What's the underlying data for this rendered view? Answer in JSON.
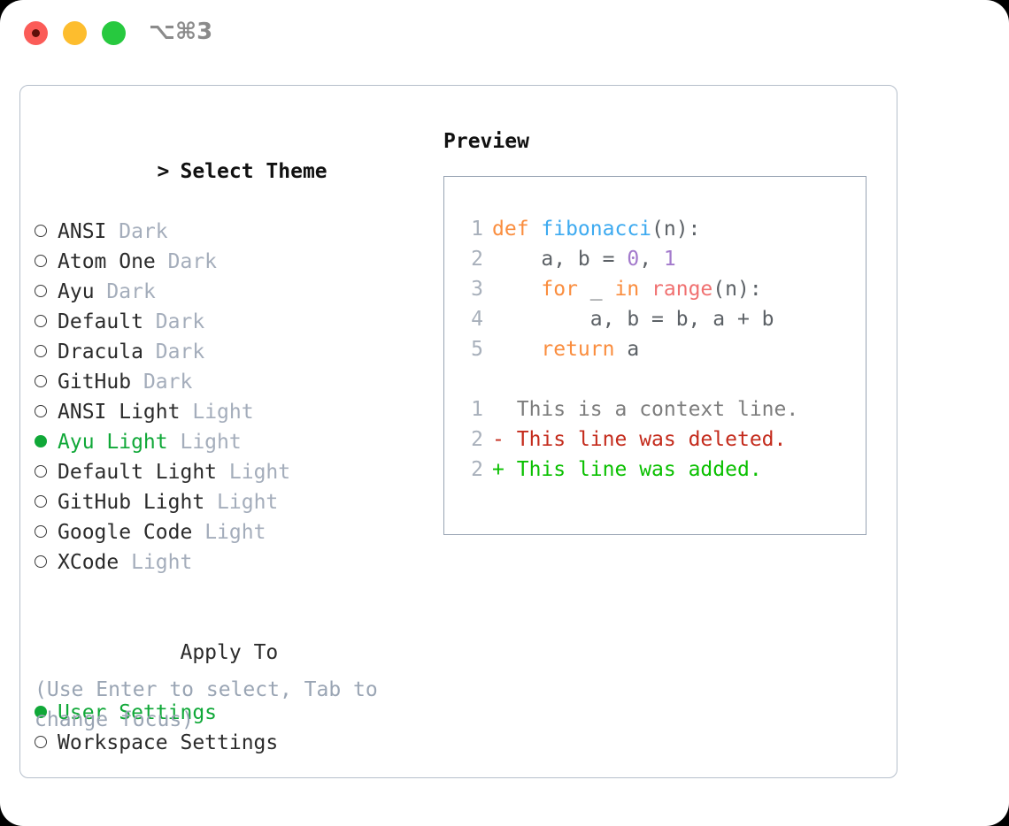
{
  "window": {
    "shortcut_label": "⌥⌘3",
    "traffic_lights": [
      "close",
      "minimize",
      "maximize"
    ]
  },
  "colors": {
    "selected_green": "#10a838",
    "muted_gray": "#a4adbb",
    "hint_gray": "#9aa5b4",
    "panel_border": "#b6bfcb",
    "preview_border": "#98a4b3",
    "keyword_orange": "#fa8d3e",
    "function_blue": "#3daaf0",
    "number_purple": "#a37acc",
    "builtin_red": "#f07171",
    "diff_add_green": "#0ac000",
    "diff_del_red": "#c42b1c"
  },
  "theme_picker": {
    "header_prefix": ">",
    "header": "Select Theme",
    "items": [
      {
        "name": "ANSI",
        "category": "Dark",
        "selected": false
      },
      {
        "name": "Atom One",
        "category": "Dark",
        "selected": false
      },
      {
        "name": "Ayu",
        "category": "Dark",
        "selected": false
      },
      {
        "name": "Default",
        "category": "Dark",
        "selected": false
      },
      {
        "name": "Dracula",
        "category": "Dark",
        "selected": false
      },
      {
        "name": "GitHub",
        "category": "Dark",
        "selected": false
      },
      {
        "name": "ANSI Light",
        "category": "Light",
        "selected": false
      },
      {
        "name": "Ayu Light",
        "category": "Light",
        "selected": true
      },
      {
        "name": "Default Light",
        "category": "Light",
        "selected": false
      },
      {
        "name": "GitHub Light",
        "category": "Light",
        "selected": false
      },
      {
        "name": "Google Code",
        "category": "Light",
        "selected": false
      },
      {
        "name": "XCode",
        "category": "Light",
        "selected": false
      }
    ]
  },
  "apply_to": {
    "header": "Apply To",
    "items": [
      {
        "name": "User Settings",
        "selected": true
      },
      {
        "name": "Workspace Settings",
        "selected": false
      }
    ]
  },
  "hint": "(Use Enter to select, Tab to change focus)",
  "preview": {
    "title": "Preview",
    "code_lines": [
      {
        "number": "1",
        "tokens": [
          {
            "text": "def ",
            "kind": "kw"
          },
          {
            "text": "fibonacci",
            "kind": "fn"
          },
          {
            "text": "(n):",
            "kind": "punc"
          }
        ]
      },
      {
        "number": "2",
        "tokens": [
          {
            "text": "    a, b = ",
            "kind": "plain"
          },
          {
            "text": "0",
            "kind": "num"
          },
          {
            "text": ", ",
            "kind": "plain"
          },
          {
            "text": "1",
            "kind": "num"
          }
        ]
      },
      {
        "number": "3",
        "tokens": [
          {
            "text": "    ",
            "kind": "plain"
          },
          {
            "text": "for",
            "kind": "kw"
          },
          {
            "text": " _ ",
            "kind": "plain"
          },
          {
            "text": "in",
            "kind": "kw"
          },
          {
            "text": " ",
            "kind": "plain"
          },
          {
            "text": "range",
            "kind": "bi"
          },
          {
            "text": "(n):",
            "kind": "punc"
          }
        ]
      },
      {
        "number": "4",
        "tokens": [
          {
            "text": "        a, b = b, a + b",
            "kind": "plain"
          }
        ]
      },
      {
        "number": "5",
        "tokens": [
          {
            "text": "    ",
            "kind": "plain"
          },
          {
            "text": "return",
            "kind": "kw"
          },
          {
            "text": " a",
            "kind": "plain"
          }
        ]
      }
    ],
    "diff_lines": [
      {
        "number": "1",
        "sign": " ",
        "text": "This is a context line.",
        "kind": "diff-ctx"
      },
      {
        "number": "2",
        "sign": "-",
        "text": "This line was deleted.",
        "kind": "diff-del"
      },
      {
        "number": "2",
        "sign": "+",
        "text": "This line was added.",
        "kind": "diff-add"
      }
    ]
  }
}
